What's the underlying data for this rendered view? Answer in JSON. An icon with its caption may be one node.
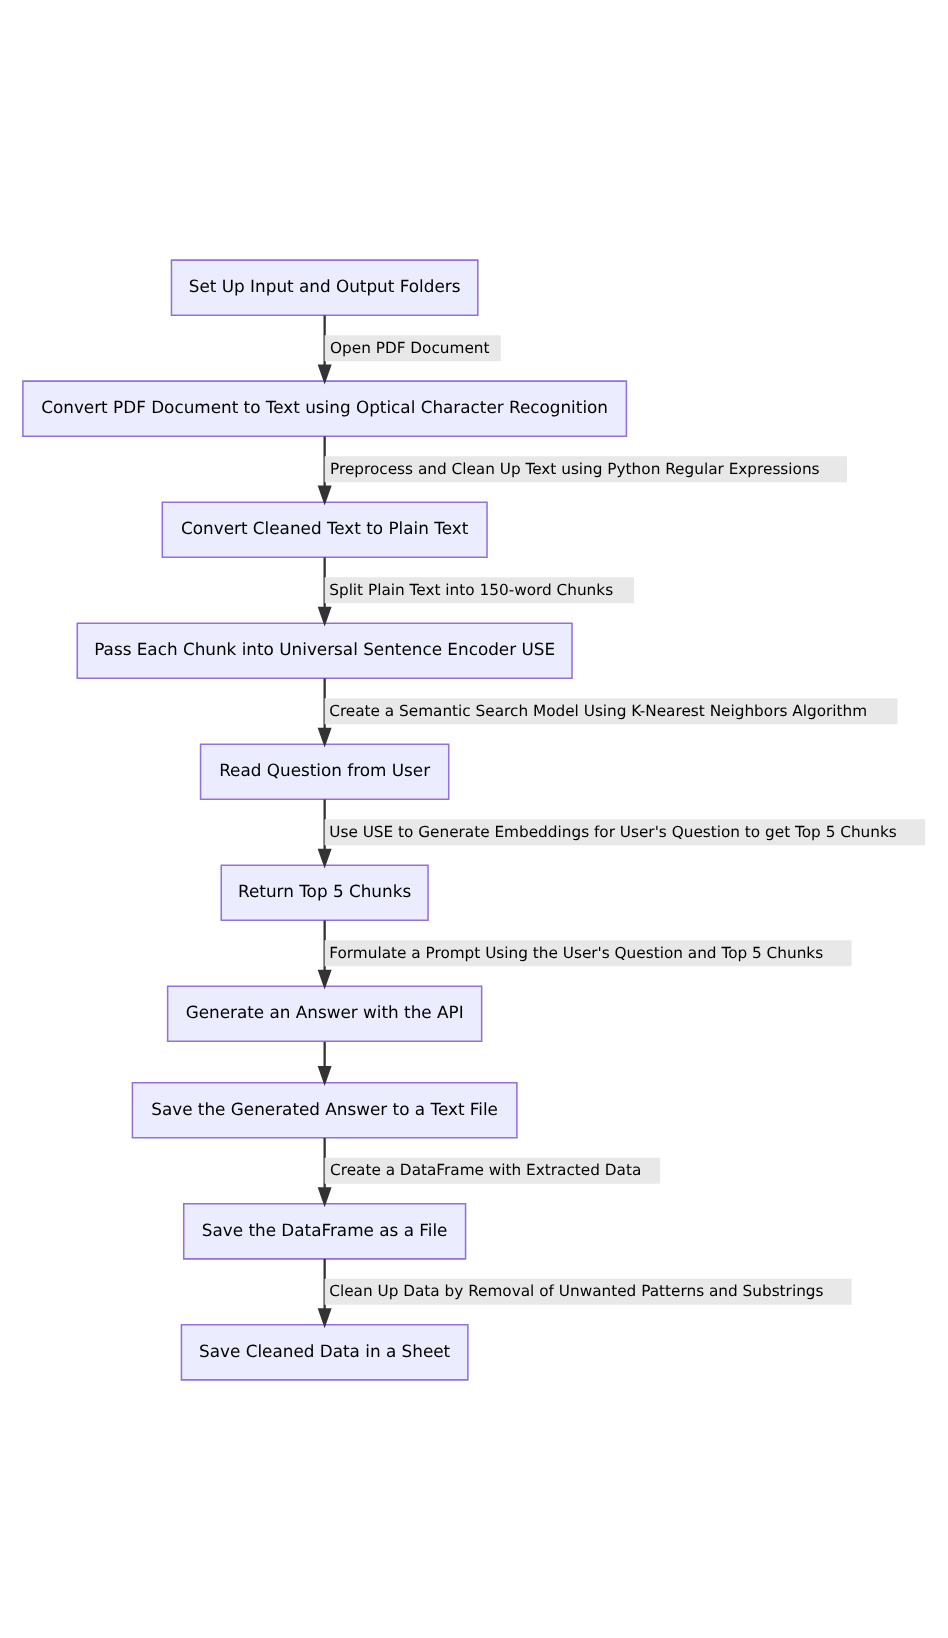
{
  "diagram": {
    "nodes": [
      {
        "text": [
          "Set Up Input and Output Folders"
        ]
      },
      {
        "text": [
          "Convert PDF Document to Text using Optical Character Recognition"
        ]
      },
      {
        "text": [
          "Convert Cleaned Text to Plain Text"
        ]
      },
      {
        "text": [
          "Pass Each Chunk into Universal Sentence Encoder USE"
        ]
      },
      {
        "text": [
          "Read Question from User"
        ]
      },
      {
        "text": [
          "Return Top 5 Chunks"
        ]
      },
      {
        "text": [
          "Generate an Answer with the API"
        ]
      },
      {
        "text": [
          "Save the Generated Answer to a Text File"
        ]
      },
      {
        "text": [
          "Save the DataFrame as a File"
        ]
      },
      {
        "text": [
          "Save Cleaned Data in a Sheet"
        ]
      }
    ],
    "edges": [
      {
        "from": 0,
        "to": 1,
        "arrow": "to",
        "label": "Open PDF Document"
      },
      {
        "from": 1,
        "to": 2,
        "arrow": "to",
        "label": "Preprocess and Clean Up Text using Python Regular Expressions"
      },
      {
        "from": 2,
        "to": 3,
        "arrow": "to",
        "label": "Split Plain Text into 150-word Chunks"
      },
      {
        "from": 3,
        "to": 4,
        "arrow": "to",
        "label": "Create a Semantic Search Model Using K-Nearest Neighbors Algorithm"
      },
      {
        "from": 4,
        "to": 5,
        "arrow": "to",
        "label": "Use USE to Generate Embeddings for User's Question to get Top 5 Chunks"
      },
      {
        "from": 5,
        "to": 6,
        "arrow": "to",
        "label": "Formulate a Prompt Using the User's Question and Top 5 Chunks"
      },
      {
        "from": 6,
        "to": 7,
        "arrow": "to"
      },
      {
        "from": 7,
        "to": 8,
        "arrow": "to",
        "label": "Create a DataFrame with Extracted Data"
      },
      {
        "from": 8,
        "to": 9,
        "arrow": "to",
        "label": "Clean Up Data by Removal of Unwanted Patterns and Substrings"
      }
    ]
  }
}
